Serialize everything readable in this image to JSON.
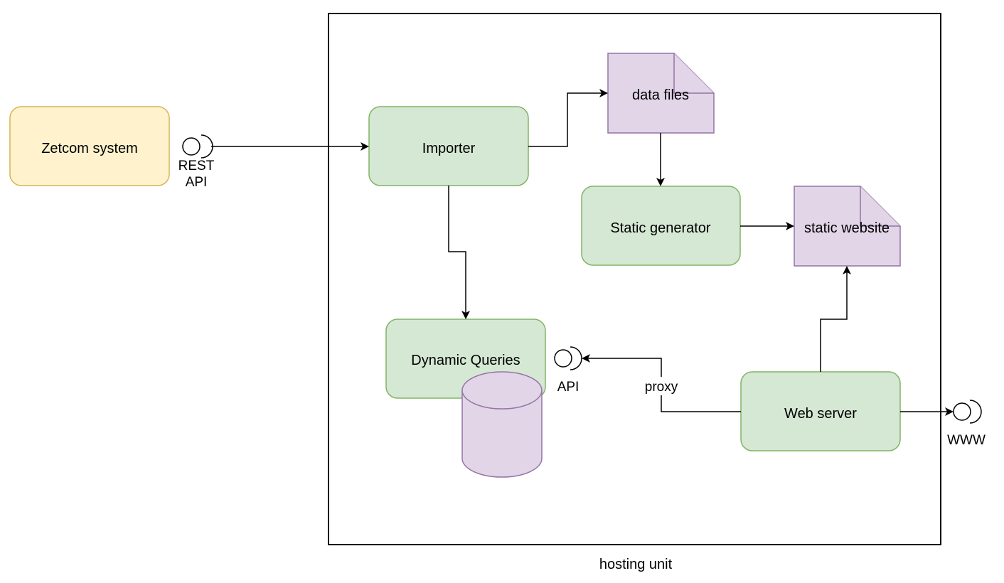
{
  "diagram": {
    "container": {
      "label": "hosting unit"
    },
    "nodes": {
      "zetcom": {
        "label": "Zetcom system",
        "fill": "#fff2cc",
        "stroke": "#d6b656"
      },
      "importer": {
        "label": "Importer",
        "fill": "#d5e8d4",
        "stroke": "#82b366"
      },
      "data_files": {
        "label": "data files",
        "fill": "#e1d5e7",
        "stroke": "#9673a6"
      },
      "static_generator": {
        "label": "Static generator",
        "fill": "#d5e8d4",
        "stroke": "#82b366"
      },
      "static_website": {
        "label": "static website",
        "fill": "#e1d5e7",
        "stroke": "#9673a6"
      },
      "dynamic_queries": {
        "label": "Dynamic Queries",
        "fill": "#d5e8d4",
        "stroke": "#82b366"
      },
      "database": {
        "fill": "#e1d5e7",
        "stroke": "#9673a6"
      },
      "web_server": {
        "label": "Web server",
        "fill": "#d5e8d4",
        "stroke": "#82b366"
      }
    },
    "interfaces": {
      "rest_api": {
        "label_line1": "REST",
        "label_line2": "API"
      },
      "api": {
        "label": "API"
      },
      "www": {
        "label": "WWW"
      }
    },
    "edges": {
      "proxy": {
        "label": "proxy"
      }
    }
  }
}
